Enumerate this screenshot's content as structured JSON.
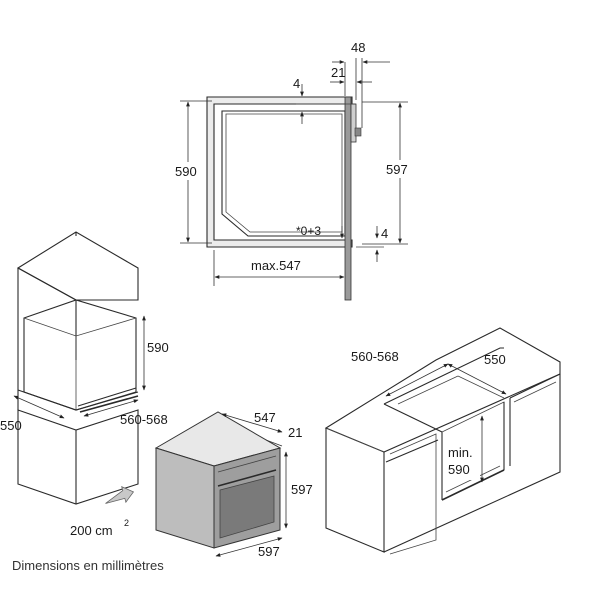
{
  "section_view": {
    "top_48": "48",
    "top_21": "21",
    "gap_4_top": "4",
    "height_590": "590",
    "height_597": "597",
    "tolerance": "*0+3",
    "gap_4_bottom": "4",
    "width_max": "max.547"
  },
  "column_unit": {
    "niche_height": "590",
    "depth": "550",
    "width": "560-568",
    "vent_area": "200 cm",
    "vent_unit_sup": "2"
  },
  "oven": {
    "depth": "547",
    "front": "21",
    "height": "597",
    "width": "597"
  },
  "under_counter": {
    "width": "560-568",
    "depth": "550",
    "min_label": "min.",
    "min_value": "590"
  },
  "caption": "Dimensions en millimètres"
}
